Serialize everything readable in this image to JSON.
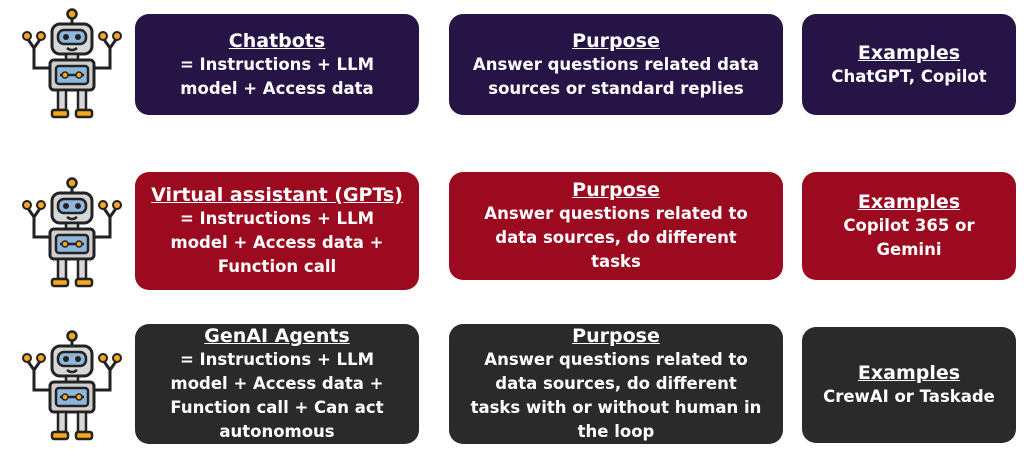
{
  "colors": {
    "row1": "#261447",
    "row2": "#9b0a1e",
    "row3": "#2a2a2a"
  },
  "rows": [
    {
      "icon": "robot-icon",
      "type": {
        "title": "Chatbots",
        "text": "= Instructions + LLM\nmodel + Access data"
      },
      "purpose": {
        "title": "Purpose",
        "text": "Answer questions related data\nsources or standard replies"
      },
      "examples": {
        "title": "Examples",
        "text": "ChatGPT, Copilot"
      }
    },
    {
      "icon": "robot-icon",
      "type": {
        "title": "Virtual assistant (GPTs)",
        "text": "= Instructions + LLM\nmodel + Access data +\nFunction call"
      },
      "purpose": {
        "title": "Purpose",
        "text": "Answer questions related to\ndata sources, do different\ntasks"
      },
      "examples": {
        "title": "Examples",
        "text": "Copilot 365 or\nGemini"
      }
    },
    {
      "icon": "robot-icon",
      "type": {
        "title": "GenAI Agents",
        "text": "= Instructions + LLM\nmodel + Access data +\nFunction call + Can act\nautonomous"
      },
      "purpose": {
        "title": "Purpose",
        "text": "Answer questions related to\ndata sources, do different\ntasks with or without human in\nthe loop"
      },
      "examples": {
        "title": "Examples",
        "text": "CrewAI or Taskade"
      }
    }
  ]
}
